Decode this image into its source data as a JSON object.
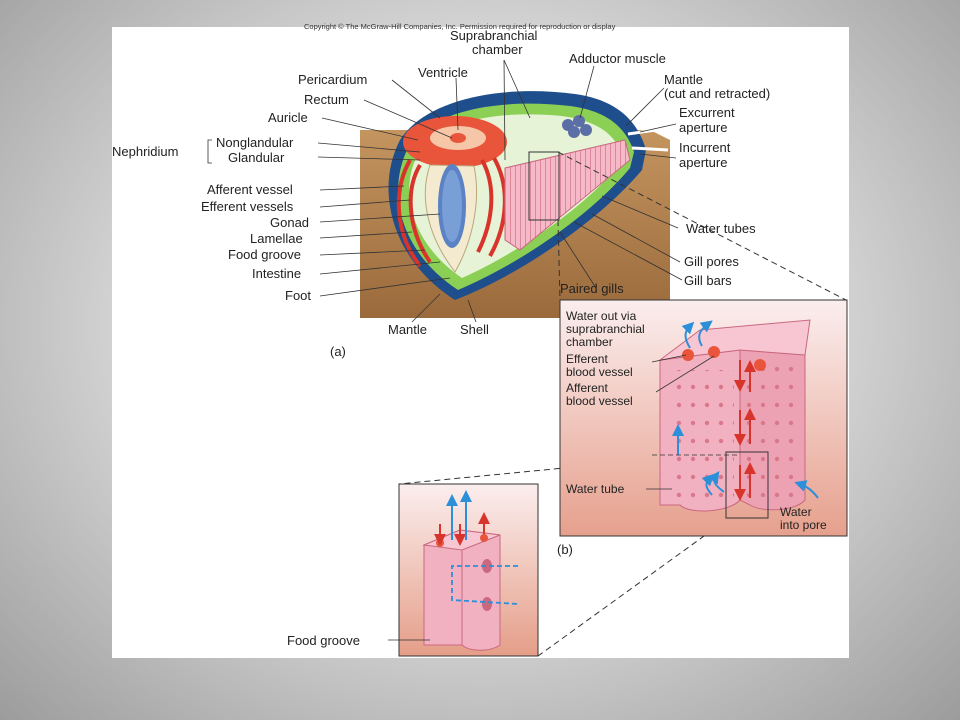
{
  "copyright": "Copyright © The McGraw-Hill Companies, Inc. Permission required for reproduction or display",
  "panel_a": {
    "part_label": "(a)",
    "left_labels": {
      "pericardium": "Pericardium",
      "rectum": "Rectum",
      "auricle": "Auricle",
      "nephridium": "Nephridium",
      "nonglandular": "Nonglandular",
      "glandular": "Glandular",
      "afferent_vessel": "Afferent vessel",
      "efferent_vessels": "Efferent vessels",
      "gonad": "Gonad",
      "lamellae": "Lamellae",
      "food_groove": "Food groove",
      "intestine": "Intestine",
      "foot": "Foot"
    },
    "top_labels": {
      "ventricle": "Ventricle",
      "suprabranchial_1": "Suprabranchial",
      "suprabranchial_2": "chamber",
      "adductor_muscle": "Adductor muscle",
      "mantle_1": "Mantle",
      "mantle_2": "(cut and retracted)",
      "excurrent_1": "Excurrent",
      "excurrent_2": "aperture",
      "incurrent_1": "Incurrent",
      "incurrent_2": "aperture"
    },
    "right_labels": {
      "water_tubes": "Water tubes",
      "gill_pores": "Gill pores",
      "gill_bars": "Gill bars"
    },
    "bottom_labels": {
      "paired_gills": "Paired gills",
      "mantle": "Mantle",
      "shell": "Shell"
    }
  },
  "panel_b": {
    "part_label": "(b)",
    "water_out_1": "Water out via",
    "water_out_2": "suprabranchial",
    "water_out_3": "chamber",
    "efferent_1": "Efferent",
    "efferent_2": "blood vessel",
    "afferent_1": "Afferent",
    "afferent_2": "blood vessel",
    "water_tube": "Water tube",
    "water_into_1": "Water",
    "water_into_2": "into pore"
  },
  "panel_c": {
    "food_groove": "Food groove"
  },
  "colors": {
    "shell": "#1f4e8c",
    "mantle": "#8ccf55",
    "gill": "#f2b1c0",
    "vessel_red": "#d9342b",
    "water_blue": "#2b8fd9",
    "soil": "#a9794a"
  }
}
